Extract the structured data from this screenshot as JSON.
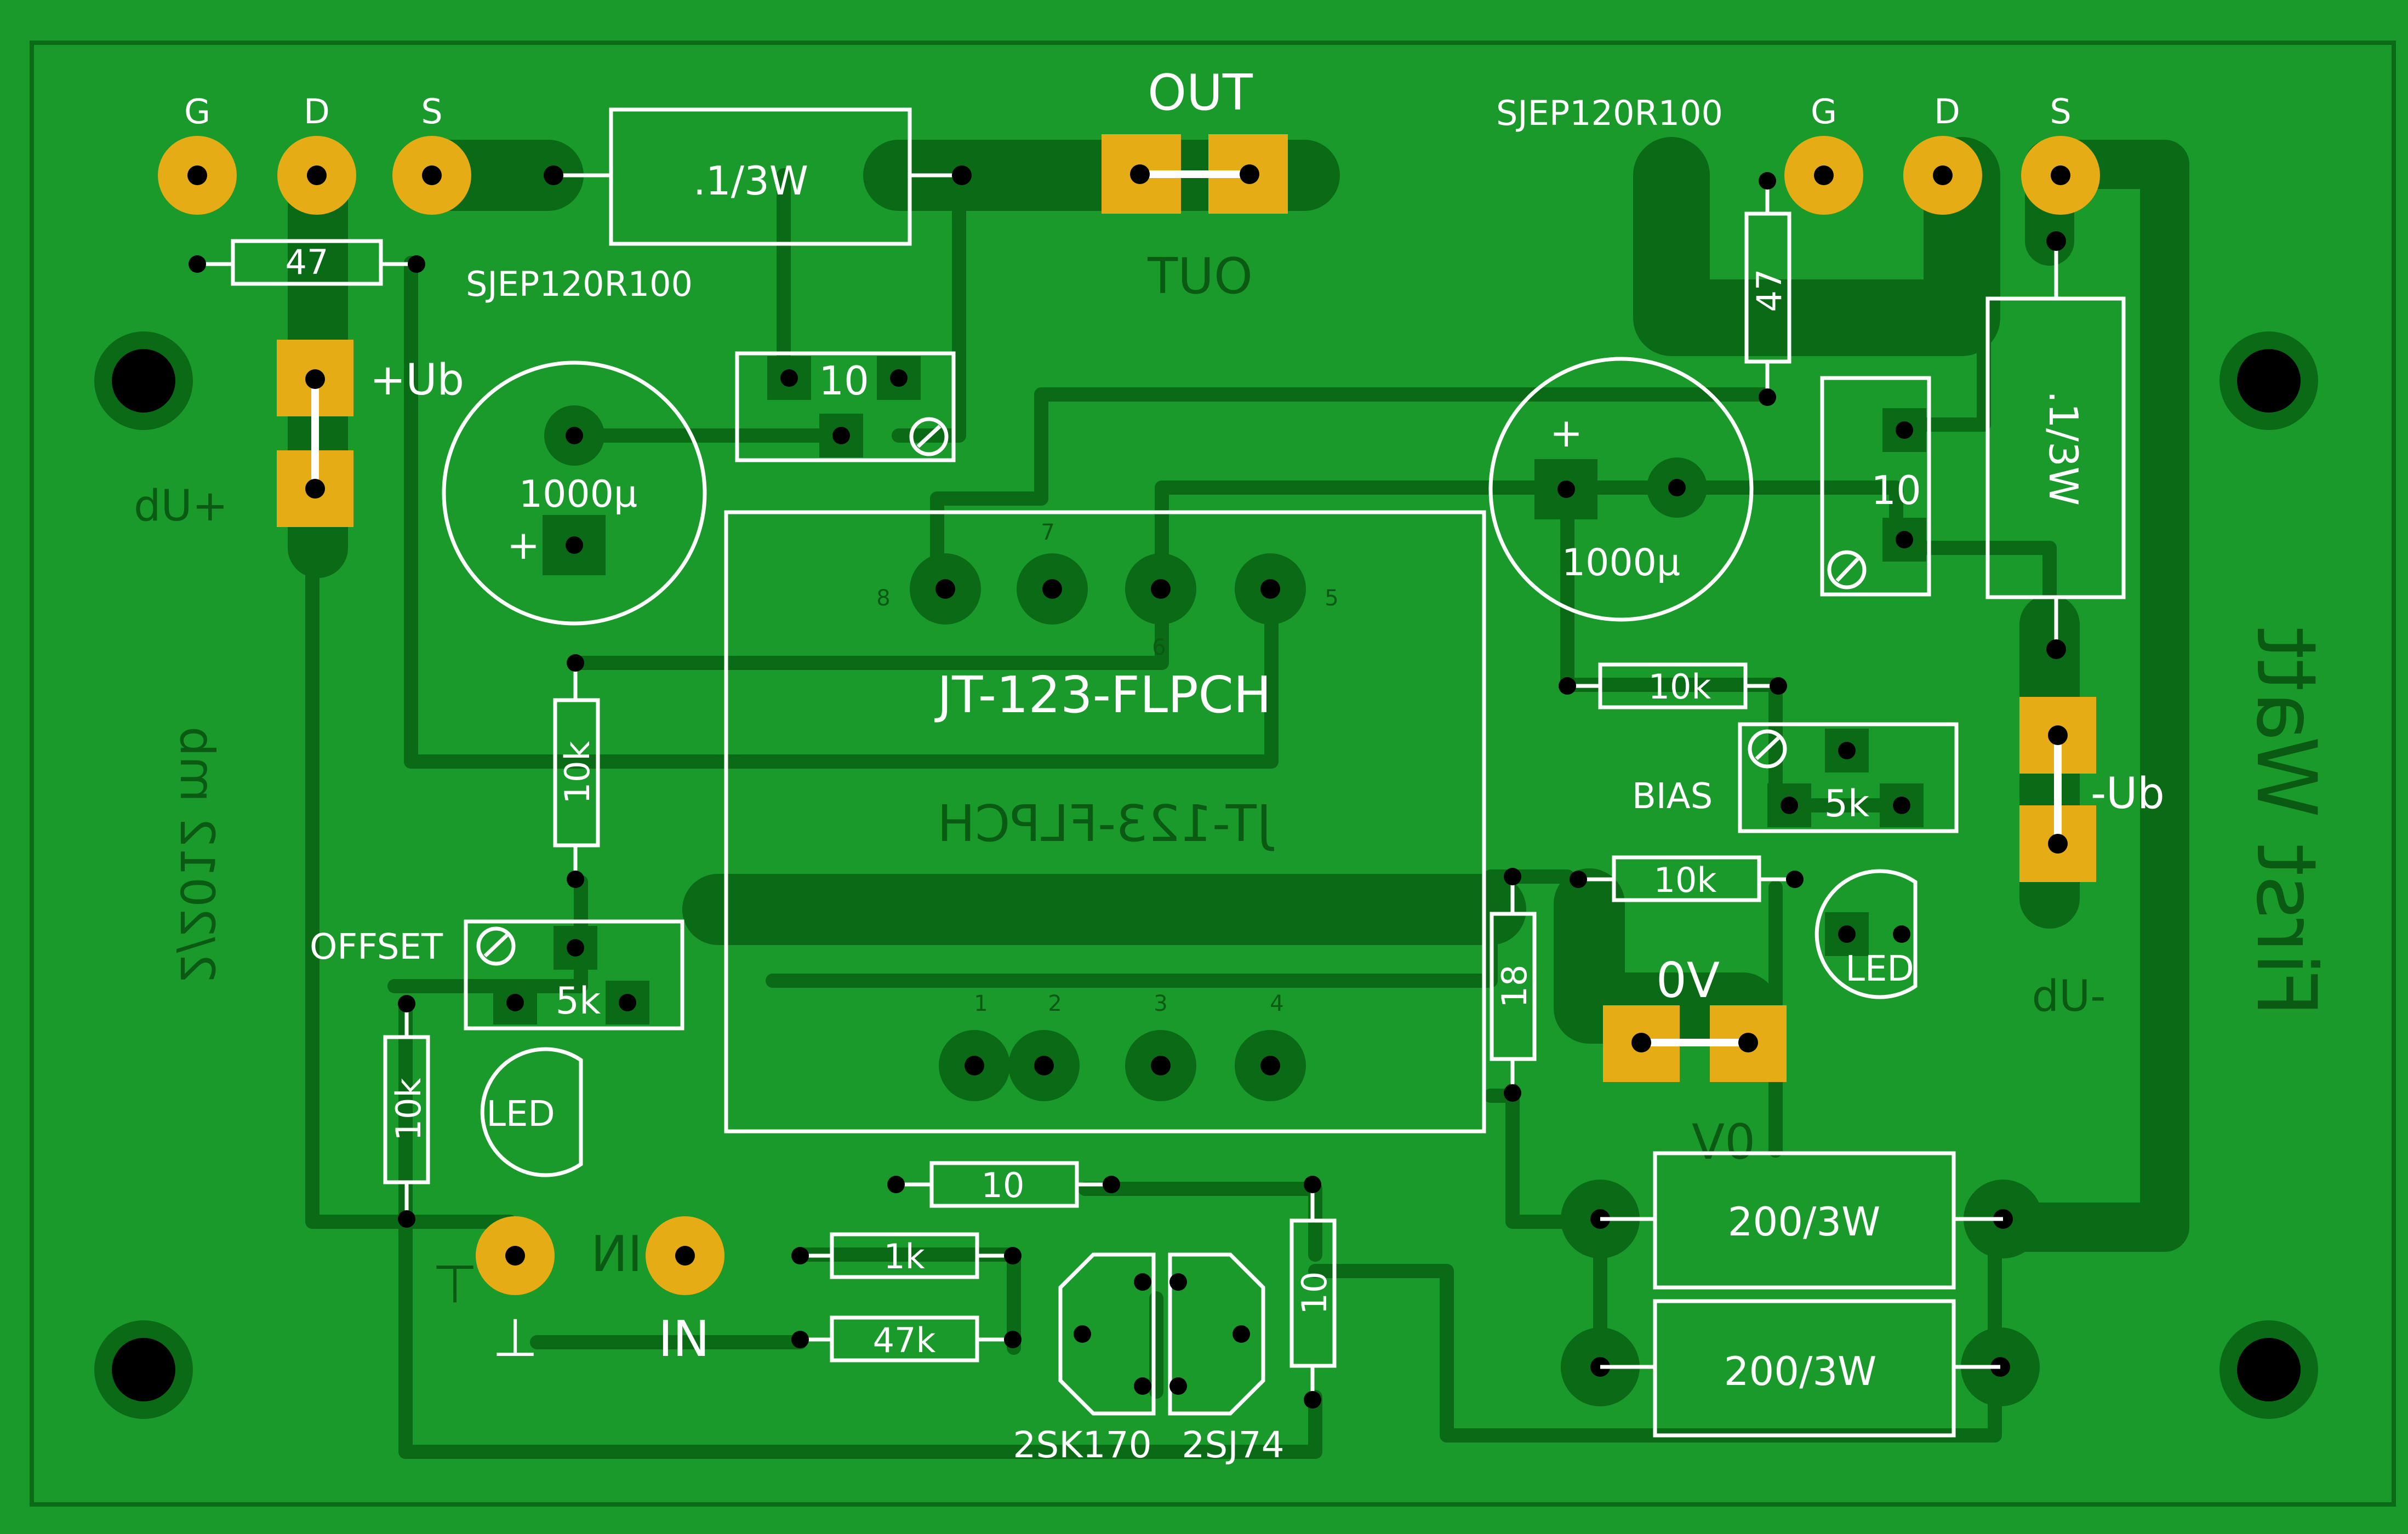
{
  "board": {
    "colors": {
      "board": "#1a9a2a",
      "copper": "#0a6a16",
      "silkscreen": "#ffffff",
      "pad": "#e6ac16",
      "drill": "#000000"
    }
  },
  "labels": {
    "g1": "G",
    "d1": "D",
    "s1": "S",
    "g2": "G",
    "d2": "D",
    "s2": "S",
    "jfet_left": "SJEP120R100",
    "jfet_right": "SJEP120R100",
    "r47_left": "47",
    "r47_right": "47",
    "r_sense_top": ".1/3W",
    "r_sense_right": ".1/3W",
    "out": "OUT",
    "out_mirror": "OUT",
    "ub_plus": "+Ub",
    "ub_plus_mirror": "+Ub",
    "ub_minus": "-Ub",
    "ub_minus_mirror": "-Ub",
    "pot_top": "10",
    "pot_right": "10",
    "cap_left": "1000µ",
    "cap_right": "1000µ",
    "plus": "+",
    "ic": "JT-123-FLPCH",
    "ic_mirror": "JT-123-FLPCH",
    "pin_1": "1",
    "pin_2": "2",
    "pin_3": "3",
    "pin_4": "4",
    "pin_5": "5",
    "pin_6": "6",
    "pin_7": "7",
    "pin_8": "8",
    "r10k_a": "10k",
    "r10k_b": "10k",
    "r10k_c": "10k",
    "r10k_d": "10k",
    "bias": "BIAS",
    "pot_bias": "5k",
    "offset": "OFFSET",
    "pot_offset": "5k",
    "led_left": "LED",
    "led_right": "LED",
    "r18": "18",
    "ov": "0V",
    "ov_mirror": "0V",
    "r10": "10",
    "r1k": "1k",
    "r47k": "47k",
    "r10_v": "10",
    "gnd": "⊥",
    "gnd_mirror": "⊥",
    "in": "IN",
    "in_mirror": "IN",
    "fet_n": "2SK170",
    "fet_p": "2SJ74",
    "r200_a": "200/3W",
    "r200_b": "200/3W",
    "credit_mirror": "First Watt",
    "date_mirror": "2/2012 mb"
  }
}
